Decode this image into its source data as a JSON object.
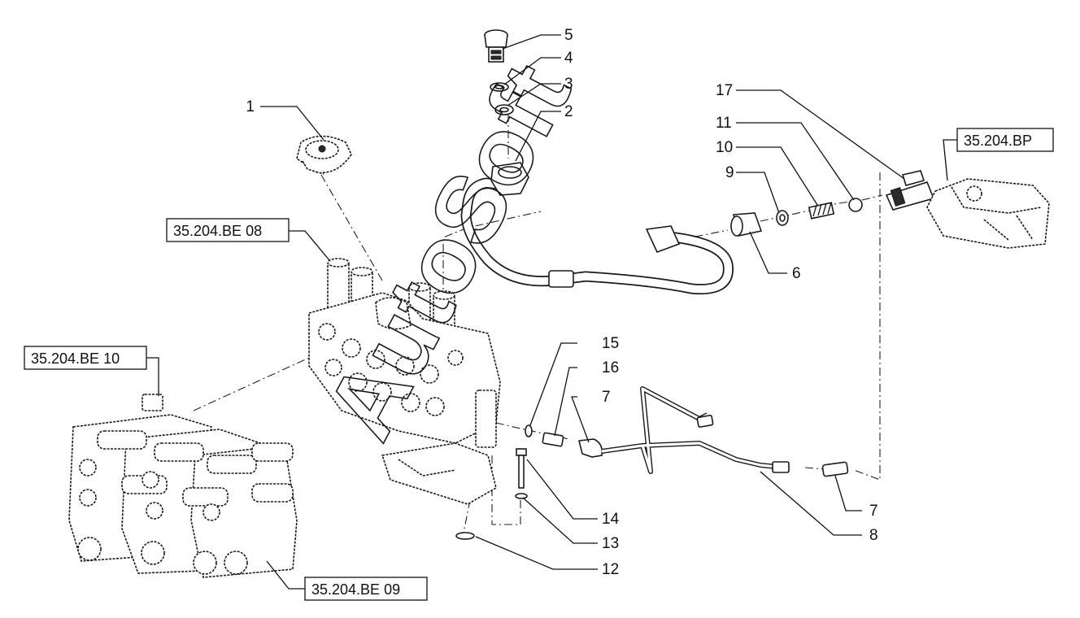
{
  "callouts": {
    "n1": "1",
    "n2": "2",
    "n3": "3",
    "n4": "4",
    "n5": "5",
    "n6": "6",
    "n7a": "7",
    "n7b": "7",
    "n8": "8",
    "n9": "9",
    "n10": "10",
    "n11": "11",
    "n12": "12",
    "n13": "13",
    "n14": "14",
    "n15": "15",
    "n16": "16",
    "n17": "17"
  },
  "references": {
    "be08": "35.204.BE 08",
    "be10": "35.204.BE 10",
    "be09": "35.204.BE 09",
    "bp": "35.204.BP"
  },
  "watermark": "AutoSoft",
  "colors": {
    "line": "#1a1a1a",
    "background": "#ffffff"
  }
}
